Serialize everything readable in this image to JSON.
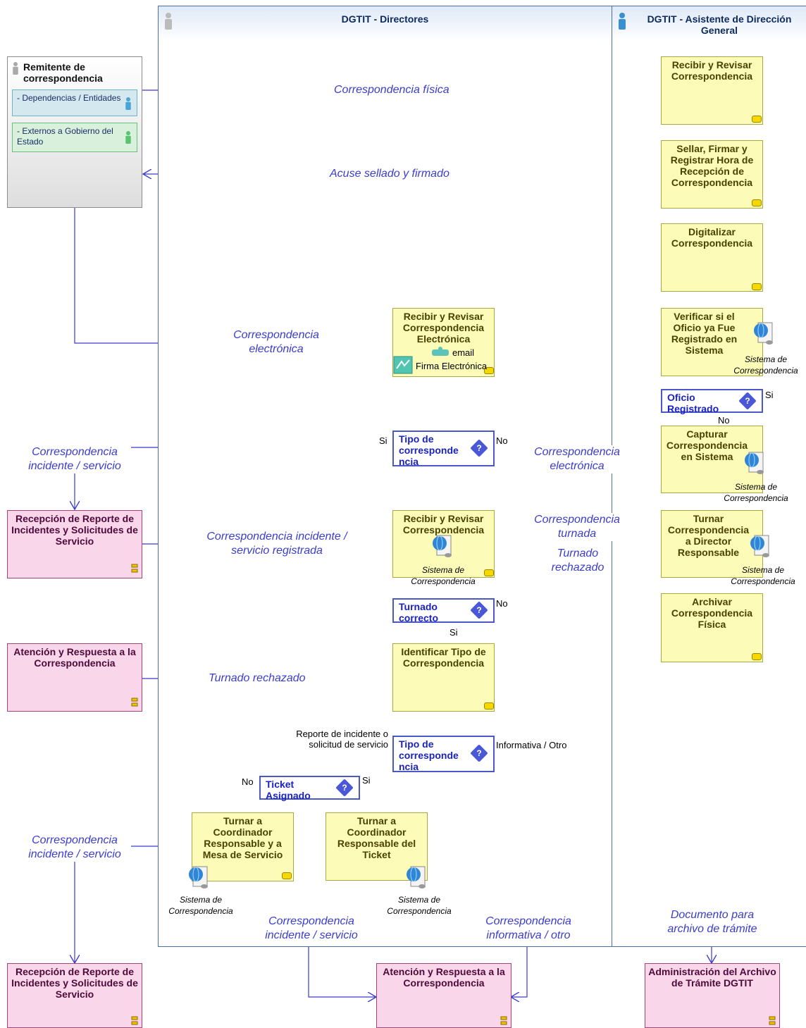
{
  "lanes": {
    "directores": "DGTIT - Directores",
    "asistente": "DGTIT - Asistente de Dirección General"
  },
  "sender": {
    "title": "Remitente de correspondencia",
    "roles": [
      "- Dependencias / Entidades",
      "- Externos a Gobierno del Estado"
    ]
  },
  "tasks": {
    "recibir_revisar": "Recibir y Revisar Correspondencia",
    "sellar": "Sellar, Firmar y Registrar Hora de Recepción de Correspondencia",
    "digitalizar": "Digitalizar Correspondencia",
    "verificar": "Verificar si el Oficio ya Fue Registrado en Sistema",
    "capturar": "Capturar Correspondencia en Sistema",
    "turnar_dir": "Turnar Correspondencia a Director Responsable",
    "archivar": "Archivar Correspondencia Física",
    "recibir_elec": "Recibir y Revisar Correspondencia Electrónica",
    "recibir_rev2": "Recibir y Revisar Correspondencia",
    "identificar": "Identificar Tipo de Correspondencia",
    "turnar_coord_mesa": "Turnar a Coordinador Responsable y a Mesa de Servicio",
    "turnar_coord_ticket": "Turnar a Coordinador Responsable del Ticket"
  },
  "subprocesses": {
    "recepcion1": "Recepción de Reporte de Incidentes y Solicitudes de Servicio",
    "atencion1": "Atención y Respuesta a la Correspondencia",
    "recepcion2": "Recepción de Reporte de Incidentes y Solicitudes de Servicio",
    "atencion2": "Atención y Respuesta a la Correspondencia",
    "admin_archivo": "Administración del Archivo de Trámite DGTIT"
  },
  "gateways": {
    "oficio_registrado": "Oficio Registrado",
    "tipo1": "Tipo de corresponde ncia",
    "turnado_correcto": "Turnado correcto",
    "tipo2": "Tipo de corresponde ncia",
    "ticket_asignado": "Ticket Asignado"
  },
  "gateway_labels": {
    "si": "Si",
    "no": "No",
    "reporte": "Reporte de incidente o solicitud de servicio",
    "informativa": "Informativa / Otro"
  },
  "resources": {
    "email": "email",
    "firma": "Firma Electrónica",
    "sistema": "Sistema de Correspondencia"
  },
  "flows": {
    "fisica": "Correspondencia física",
    "acuse": "Acuse sellado y firmado",
    "electronica_left": "Correspondencia electrónica",
    "incidente_servicio_top": "Correspondencia incidente / servicio",
    "electronica_right": "Correspondencia electrónica",
    "incidente_registrada": "Correspondencia incidente / servicio registrada",
    "turnada": "Correspondencia turnada",
    "turnado_rechazado_right": "Turnado rechazado",
    "turnado_rechazado_left": "Turnado rechazado",
    "incidente_servicio_bottom": "Correspondencia incidente / servicio",
    "incidente_servicio_center": "Correspondencia incidente / servicio",
    "informativa_otro": "Correspondencia informativa / otro",
    "documento_archivo": "Documento para archivo de trámite"
  },
  "colors": {
    "lane_border": "#4a6f9e",
    "task_fill": "#fdfbb8",
    "subprocess_fill": "#f9d6ea",
    "flow_line": "#3a3ccf",
    "gateway": "#4a58c8"
  }
}
